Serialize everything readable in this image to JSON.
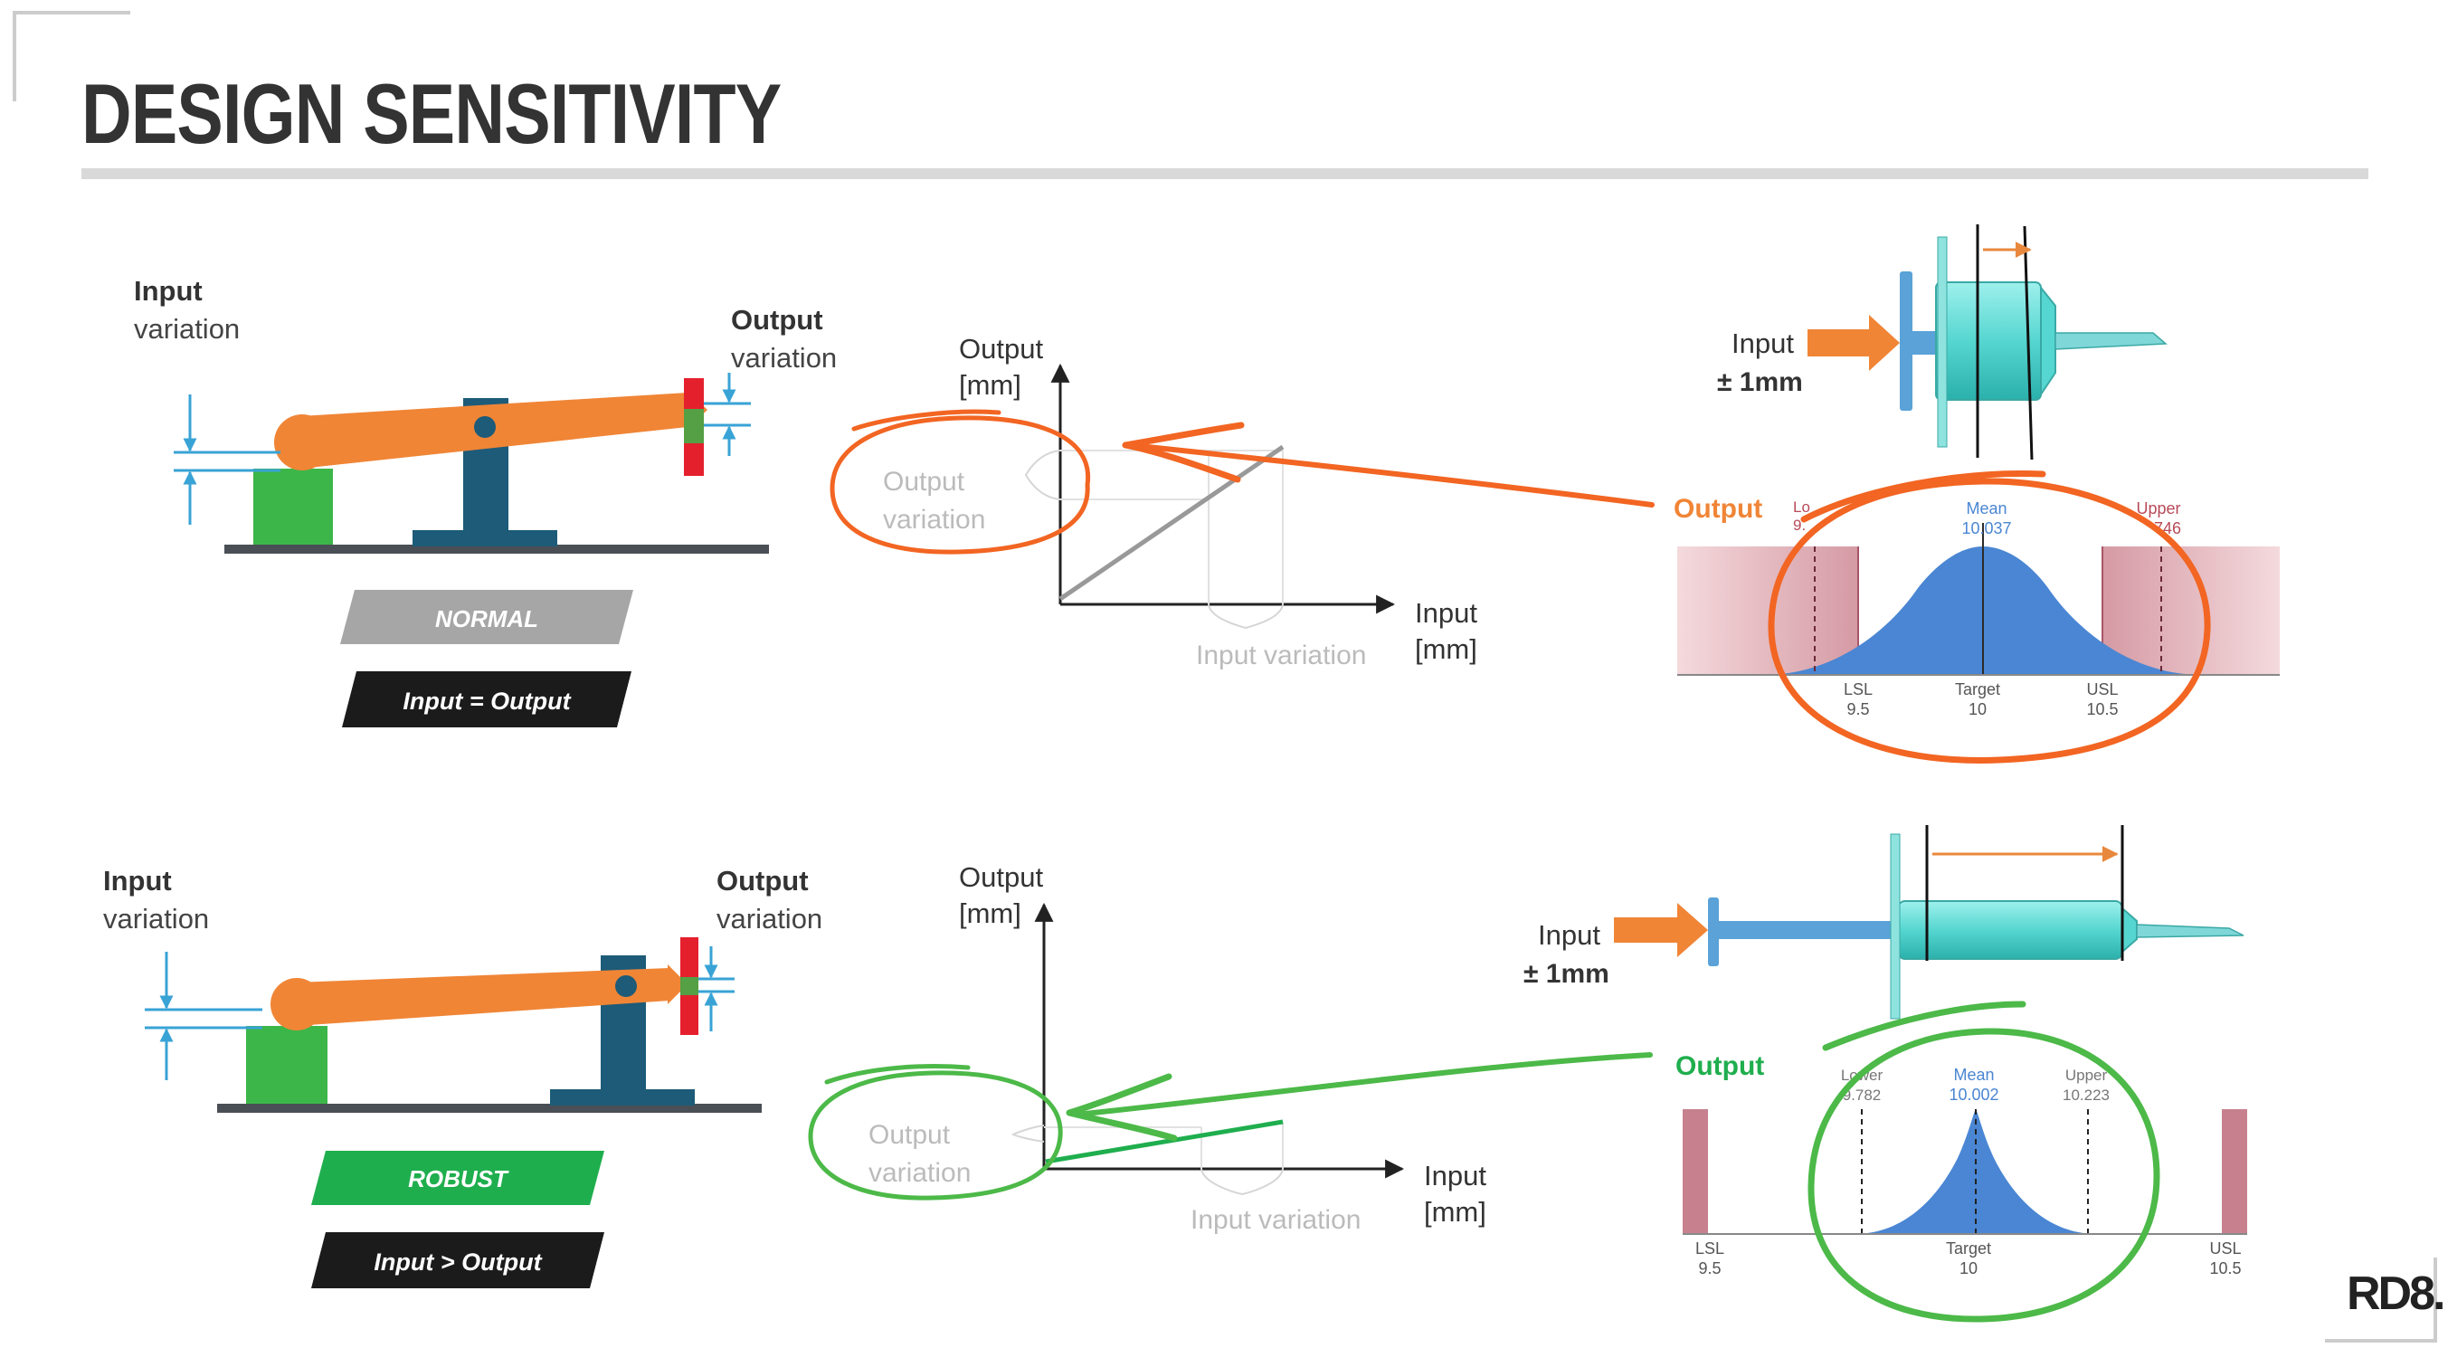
{
  "title": "DESIGN SENSITIVITY",
  "logo": "RD8.",
  "colors": {
    "orange": "#f08536",
    "orange_annotation": "#f26522",
    "green_annotation": "#4cb948",
    "green_label": "#1fae4e",
    "gray_label": "#a6a6a6",
    "navy": "#1d5b78",
    "dist_blue": "#4a86d3",
    "limit_red": "#c7818e",
    "dark_label": "#1b1b1b",
    "text_dark": "#333333",
    "text_faint": "#bbbbbb"
  },
  "normal": {
    "input_title": "Input",
    "input_sub": "variation",
    "output_title": "Output",
    "output_sub": "variation",
    "badge": "NORMAL",
    "relation": "Input = Output",
    "graph": {
      "y_label_1": "Output",
      "y_label_2": "[mm]",
      "x_label_1": "Input",
      "x_label_2": "[mm]",
      "output_var_1": "Output",
      "output_var_2": "variation",
      "input_var": "Input variation"
    },
    "device": {
      "input_label": "Input",
      "input_tol": "± 1mm"
    },
    "dist": {
      "output_label": "Output",
      "lower_label": "Lo",
      "lower_value": "9.",
      "mean_label": "Mean",
      "mean_value": "10.037",
      "upper_label": "Upper",
      "upper_value": "746",
      "lsl_label": "LSL",
      "lsl_value": "9.5",
      "target_label": "Target",
      "target_value": "10",
      "usl_label": "USL",
      "usl_value": "10.5"
    }
  },
  "robust": {
    "input_title": "Input",
    "input_sub": "variation",
    "output_title": "Output",
    "output_sub": "variation",
    "badge": "ROBUST",
    "relation": "Input > Output",
    "graph": {
      "y_label_1": "Output",
      "y_label_2": "[mm]",
      "x_label_1": "Input",
      "x_label_2": "[mm]",
      "output_var_1": "Output",
      "output_var_2": "variation",
      "input_var": "Input variation"
    },
    "device": {
      "input_label": "Input",
      "input_tol": "± 1mm"
    },
    "dist": {
      "output_label": "Output",
      "lower_label": "Lower",
      "lower_value": "9.782",
      "mean_label": "Mean",
      "mean_value": "10.002",
      "upper_label": "Upper",
      "upper_value": "10.223",
      "lsl_label": "LSL",
      "lsl_value": "9.5",
      "target_label": "Target",
      "target_value": "10",
      "usl_label": "USL",
      "usl_value": "10.5"
    }
  }
}
